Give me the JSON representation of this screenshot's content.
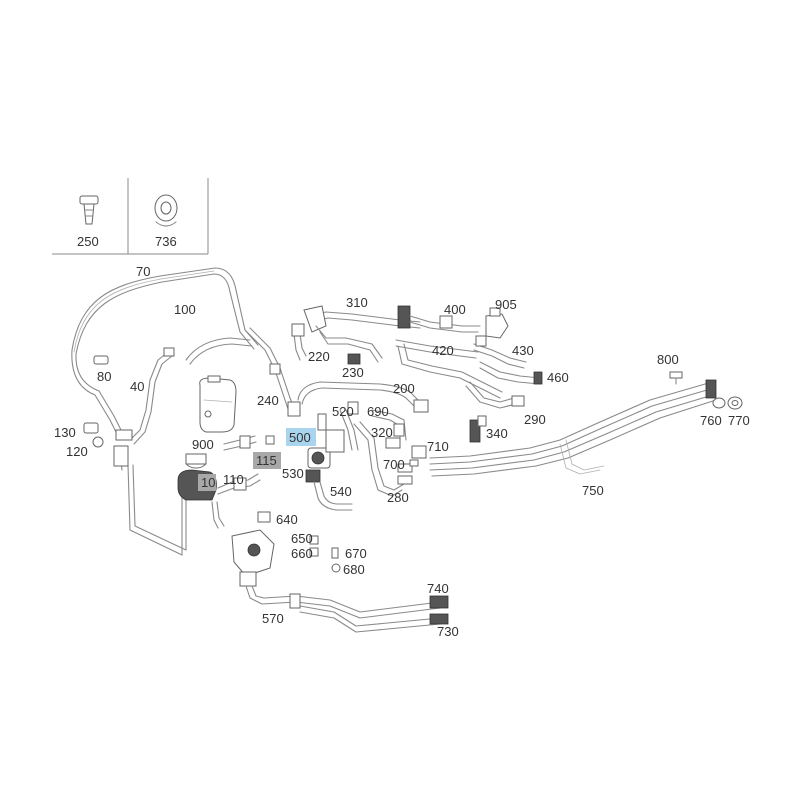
{
  "inset_labels": {
    "a": "250",
    "b": "736"
  },
  "labels": {
    "l70": "70",
    "l100": "100",
    "l80": "80",
    "l40": "40",
    "l130": "130",
    "l120": "120",
    "l900": "900",
    "l110": "110",
    "l10": "10",
    "l115": "115",
    "l500": "500",
    "l530": "530",
    "l240": "240",
    "l220": "220",
    "l230": "230",
    "l310": "310",
    "l400": "400",
    "l905": "905",
    "l420": "420",
    "l430": "430",
    "l460": "460",
    "l200": "200",
    "l520": "520",
    "l690": "690",
    "l320": "320",
    "l340": "340",
    "l290": "290",
    "l710": "710",
    "l700": "700",
    "l280": "280",
    "l540": "540",
    "l640": "640",
    "l650": "650",
    "l660": "660",
    "l670": "670",
    "l680": "680",
    "l570": "570",
    "l740": "740",
    "l730": "730",
    "l750": "750",
    "l800": "800",
    "l760": "760",
    "l770": "770"
  },
  "highlight_colors": {
    "selected": "#a9d4ee",
    "grey": "#a8a8a8"
  }
}
